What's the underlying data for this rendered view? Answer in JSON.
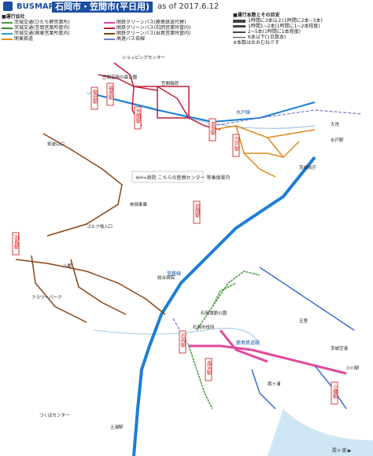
{
  "header": {
    "brand": "BUSMAP",
    "title": "石岡市・笠間市(平日用)",
    "as_of": "as of 2017.6.12",
    "colors": {
      "brand": "#1a4fa3",
      "title_bg": "#1a4fa3"
    }
  },
  "legend": {
    "heading": "■運行会社",
    "operators": [
      {
        "label": "茨城交通(ひたち野営業所)",
        "color": "#4a9a3a"
      },
      {
        "label": "関鉄グリーンバス(鹿島鉄道代替)",
        "color": "#e04a9a"
      },
      {
        "label": "茨城交通(笠間営業所管内)",
        "color": "#3a8a2a"
      },
      {
        "label": "関鉄グリーンバス(石岡営業所管内)",
        "color": "#c41e3a"
      },
      {
        "label": "茨城交通(関東営業所管内)",
        "color": "#2aa0c0"
      },
      {
        "label": "関鉄グリーンバス(出島営業所管内)",
        "color": "#8b4513"
      },
      {
        "label": "関東鉄道",
        "color": "#e08a1a"
      },
      {
        "label": "高速バス各線",
        "color": "#7a7ad0"
      }
    ]
  },
  "frequency": {
    "heading": "■運行本数とその目安",
    "items": [
      {
        "label": "1時間に3本以上(1時間に2本~3本)"
      },
      {
        "label": "1時間1~2本(1時間に1~2本程度)"
      },
      {
        "label": "2~5本(1時間に1本程度)"
      },
      {
        "label": "6本以下(1日数本)"
      },
      {
        "label": "※本数はおおむねです"
      }
    ]
  },
  "map": {
    "colors": {
      "jr": "#1c7ed6",
      "red": "#c41e3a",
      "brown": "#8b4513",
      "orange": "#e08a1a",
      "pink": "#e04a9a",
      "green": "#4a9a3a",
      "blue_bus": "#3a6fd0",
      "purple": "#7a7ad0",
      "water": "#9ec9e6",
      "station_text": "#d01010"
    },
    "stations": [
      {
        "id": "ishioka",
        "label": "石岡駅"
      },
      {
        "id": "iwama",
        "label": "岩間駅"
      },
      {
        "id": "kasama",
        "label": "笠間駅"
      },
      {
        "id": "tomobe",
        "label": "友部駅"
      },
      {
        "id": "shishido",
        "label": "宍戸駅"
      },
      {
        "id": "takahama",
        "label": "高浜駅"
      },
      {
        "id": "hatori",
        "label": "羽鳥駅"
      },
      {
        "id": "inada",
        "label": "稲田駅"
      },
      {
        "id": "fukuhara",
        "label": "福原駅"
      },
      {
        "id": "koibuchi",
        "label": "小幡駅"
      }
    ],
    "lines": [
      {
        "id": "joban",
        "label": "常磐線"
      },
      {
        "id": "mito",
        "label": "水戸線"
      },
      {
        "id": "kashima_old",
        "label": "鹿島鉄道跡"
      }
    ],
    "places": [
      {
        "id": "p1",
        "label": "笠間芸術の森公園"
      },
      {
        "id": "p2",
        "label": "笠間稲荷"
      },
      {
        "id": "p3",
        "label": "茨城県庁"
      },
      {
        "id": "p4",
        "label": "筑波山口"
      },
      {
        "id": "p5",
        "label": "柿岡車庫"
      },
      {
        "id": "p6",
        "label": "フラワーパーク"
      },
      {
        "id": "p7",
        "label": "石岡市役所"
      },
      {
        "id": "p8",
        "label": "玉里"
      },
      {
        "id": "p9",
        "label": "小川駅"
      },
      {
        "id": "p10",
        "label": "大洗"
      },
      {
        "id": "p11",
        "label": "水戸駅"
      },
      {
        "id": "p12",
        "label": "土浦駅"
      },
      {
        "id": "p13",
        "label": "つくばセンター"
      },
      {
        "id": "p14",
        "label": "ショッピングセンター"
      },
      {
        "id": "p15",
        "label": "石岡運動公園"
      },
      {
        "id": "p16",
        "label": "八郷"
      },
      {
        "id": "p17",
        "label": "総合病院"
      },
      {
        "id": "p18",
        "label": "ゴルフ場入口"
      },
      {
        "id": "p19",
        "label": "茨城空港"
      },
      {
        "id": "p20",
        "label": "霞ヶ浦"
      }
    ],
    "note_box": "※H=病院 こちらの医療センター 等乗換案内"
  },
  "footer": {
    "note": "霞ヶ浦 ▶"
  }
}
